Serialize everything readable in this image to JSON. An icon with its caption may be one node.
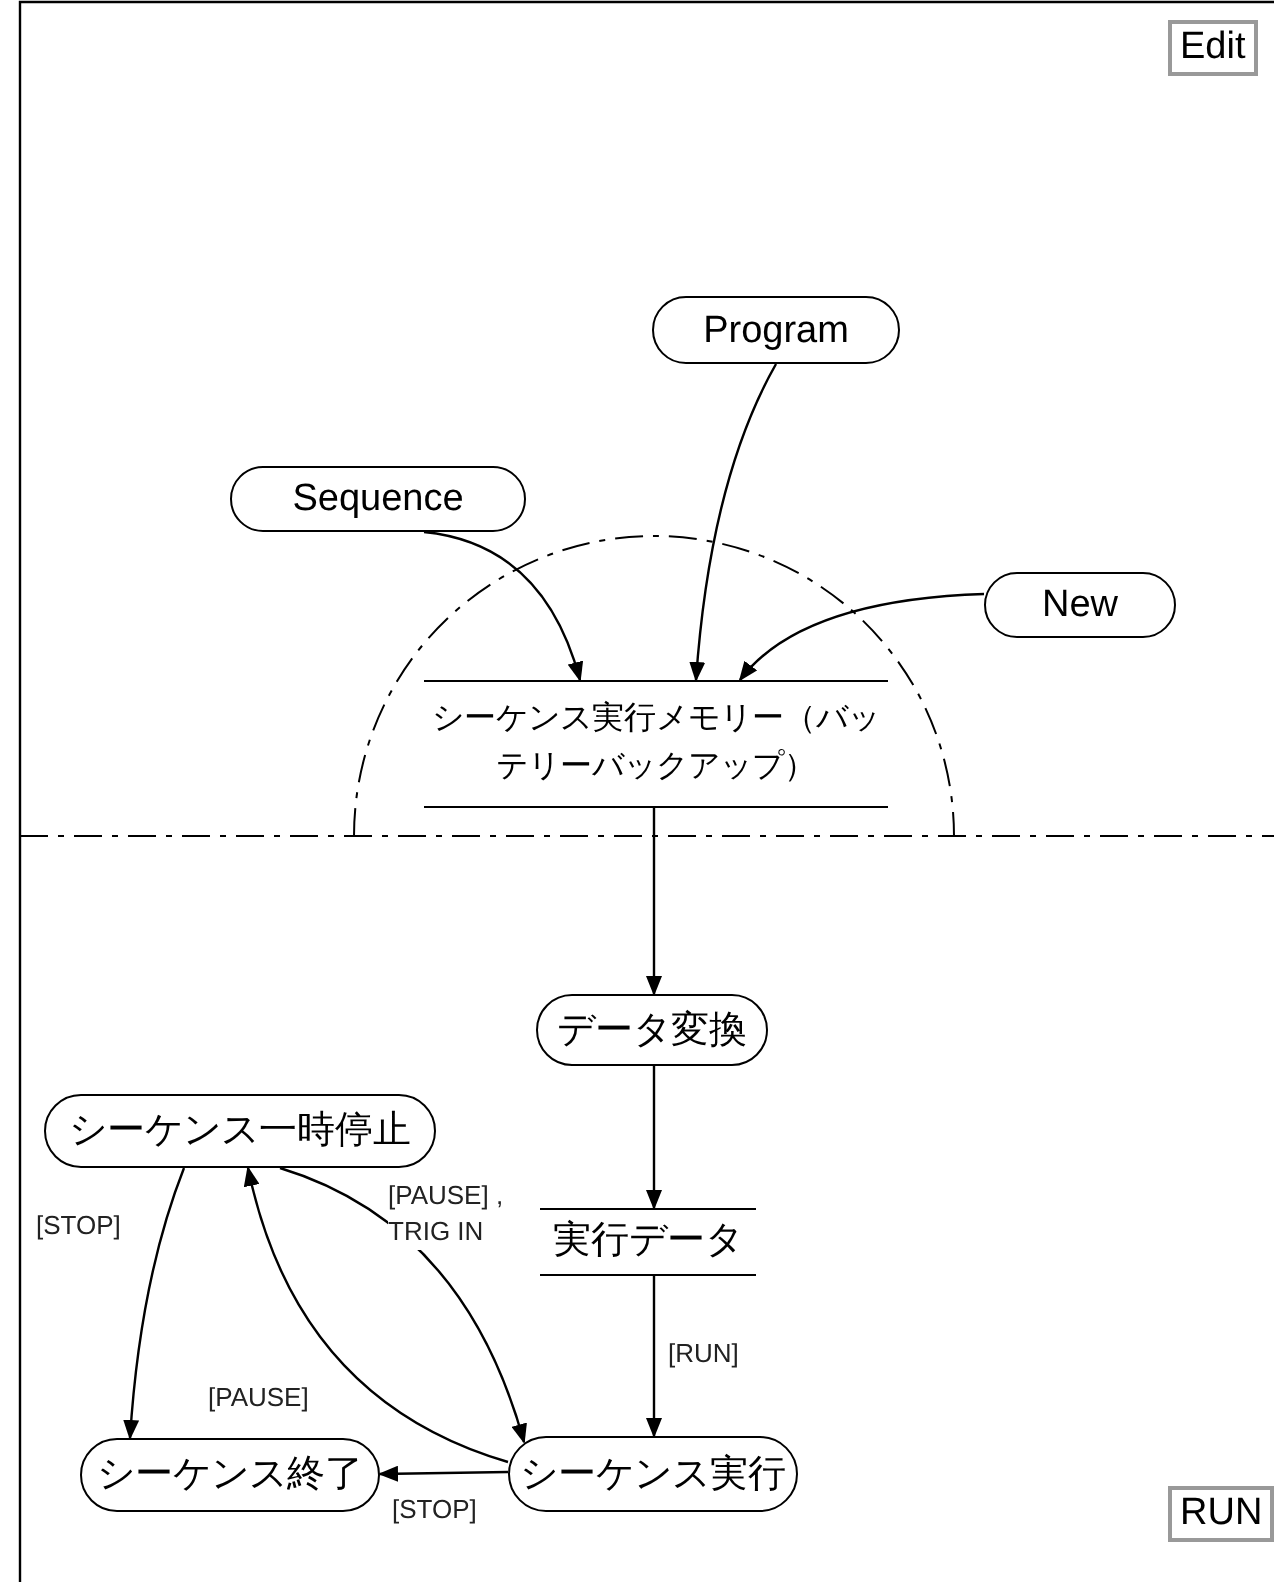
{
  "diagram": {
    "nodes": [
      {
        "text": [
          "Program"
        ]
      },
      {
        "text": [
          "Sequence"
        ]
      },
      {
        "text": [
          "New"
        ]
      },
      {
        "text": [
          "シーケンス実行メモリー（バッテリーバックアップ）"
        ]
      },
      {
        "text": [
          "データ変換"
        ]
      },
      {
        "text": [
          "実行データ"
        ]
      },
      {
        "text": [
          "シーケンス一時停止"
        ]
      },
      {
        "text": [
          "シーケンス実行"
        ]
      },
      {
        "text": [
          "シーケンス終了"
        ]
      }
    ],
    "edges": [
      {
        "from": 0,
        "to": 3,
        "arrow": "to"
      },
      {
        "from": 1,
        "to": 3,
        "arrow": "to"
      },
      {
        "from": 2,
        "to": 3,
        "arrow": "to"
      },
      {
        "from": 3,
        "to": 4,
        "arrow": "to"
      },
      {
        "from": 4,
        "to": 5,
        "arrow": "to"
      },
      {
        "from": 5,
        "to": 7,
        "arrow": "to",
        "label": "[RUN]"
      },
      {
        "from": 6,
        "to": 8,
        "arrow": "to",
        "label": "[STOP]"
      },
      {
        "from": 6,
        "to": 7,
        "arrow": "to",
        "label": "[PAUSE] , TRIG IN"
      },
      {
        "from": 7,
        "to": 6,
        "arrow": "to",
        "label": "[PAUSE]"
      },
      {
        "from": 7,
        "to": 8,
        "arrow": "to",
        "label": "[STOP]"
      }
    ],
    "labels": [
      "Edit",
      "RUN"
    ]
  }
}
